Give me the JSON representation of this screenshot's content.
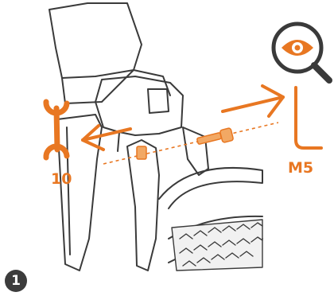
{
  "illustration": {
    "accent_color": "#e87722",
    "line_color": "#3a3a3a",
    "icons": [
      "wrench-icon",
      "inspect-eye-icon",
      "hex-key-icon",
      "bolt-icon"
    ]
  },
  "labels": {
    "wrench_size": "10",
    "bolt_size": "M5"
  },
  "step": {
    "number": "1"
  }
}
